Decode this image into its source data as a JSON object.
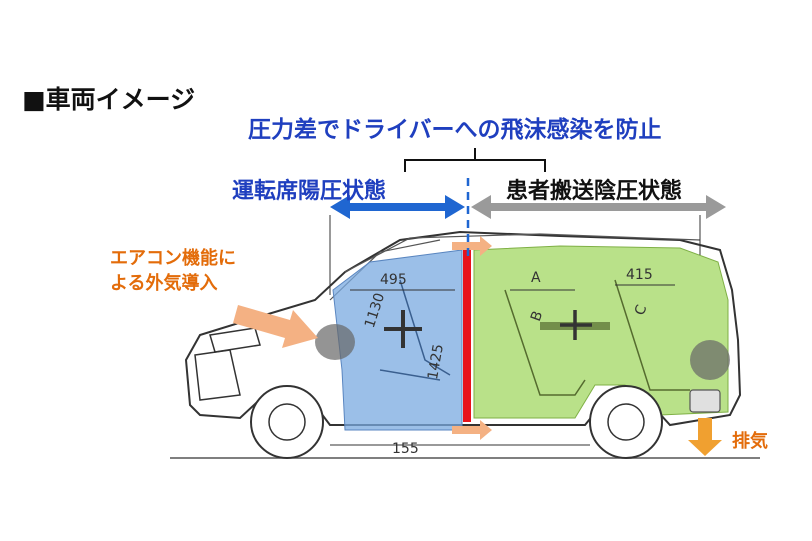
{
  "title": "■車両イメージ",
  "headline": "圧力差でドライバーへの飛沫感染を防止",
  "zones": {
    "driver": {
      "label": "運転席陽圧状態",
      "color": "#1f66d1",
      "fill": "#7aaae0"
    },
    "patient": {
      "label": "患者搬送陰圧状態",
      "color": "#9a9a9a",
      "fill": "#a8d96c"
    }
  },
  "annotations": {
    "aircon_line1": "エアコン機能に",
    "aircon_line2": "よる外気導入",
    "exhaust": "排気"
  },
  "dimensions": {
    "d495": "495",
    "d1130": "1130",
    "d1425": "1425",
    "d415": "415",
    "d155": "155",
    "seatA": "A",
    "seatB": "B",
    "seatC": "C"
  },
  "colors": {
    "partition": "#e8121b",
    "arrow_orange": "#f4b183",
    "exhaust_orange": "#f0a030",
    "divider_blue": "#1f66d1"
  }
}
